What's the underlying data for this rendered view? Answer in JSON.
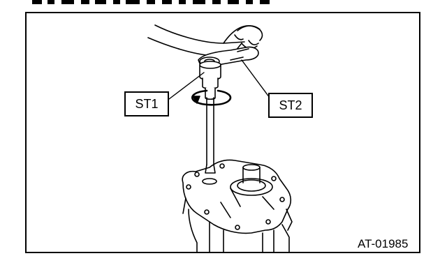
{
  "callouts": {
    "st1": "ST1",
    "st2": "ST2"
  },
  "figure_id": "AT-01985",
  "colors": {
    "line": "#000000",
    "background": "#ffffff"
  }
}
